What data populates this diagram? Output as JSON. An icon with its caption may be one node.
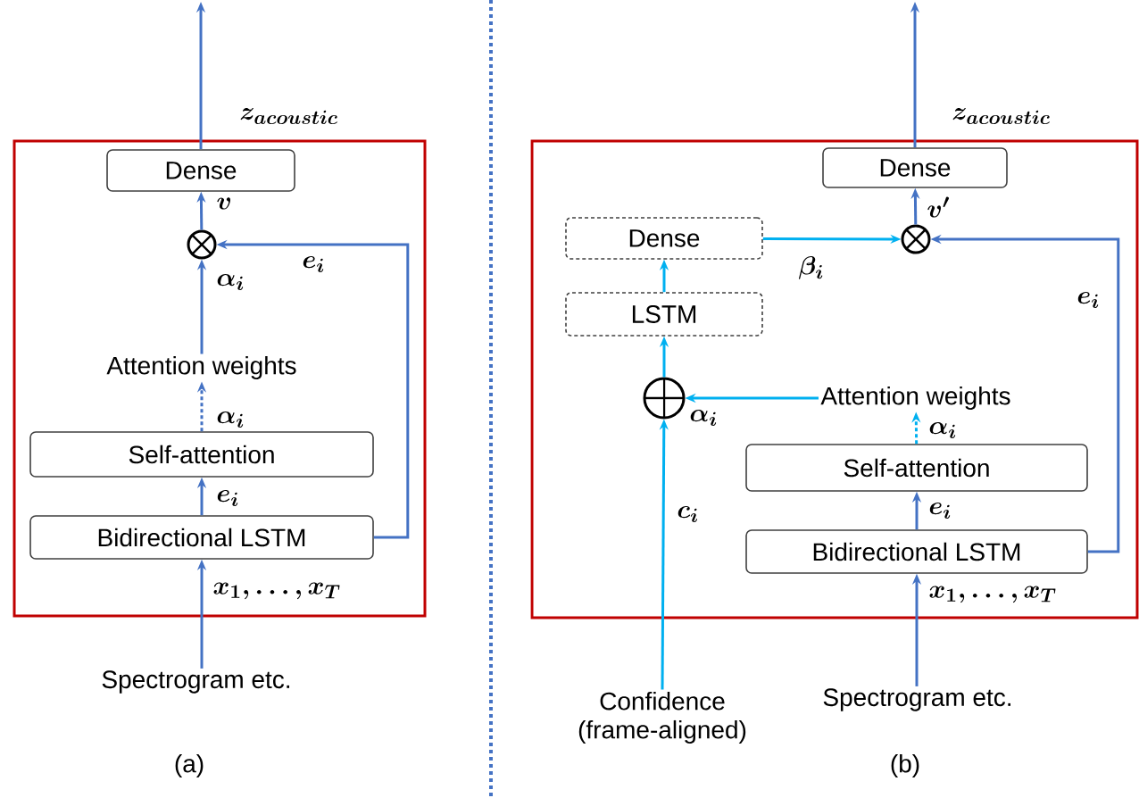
{
  "diagram": {
    "nodes": [
      {
        "text": [],
        "shape": "box"
      },
      {
        "text": [
          "Dense"
        ],
        "in": 0
      },
      {
        "text": [],
        "shape": "circle",
        "in": 0
      },
      {
        "text": [
          "Attention weights"
        ],
        "in": 0
      },
      {
        "text": [
          "Self-attention"
        ],
        "in": 0
      },
      {
        "text": [
          "Bidirectional LSTM"
        ],
        "in": 0
      },
      {
        "text": [
          "Spectrogram etc."
        ]
      },
      {
        "text": [],
        "shape": "box"
      },
      {
        "text": [
          "Dense"
        ],
        "in": 7
      },
      {
        "text": [
          "Dense"
        ],
        "in": 7
      },
      {
        "text": [],
        "shape": "circle",
        "in": 7
      },
      {
        "text": [
          "LSTM"
        ],
        "in": 7
      },
      {
        "text": [],
        "shape": "circle",
        "in": 7
      },
      {
        "text": [
          "Attention weights"
        ],
        "in": 7
      },
      {
        "text": [
          "Self-attention"
        ],
        "in": 7
      },
      {
        "text": [
          "Bidirectional LSTM"
        ],
        "in": 7
      },
      {
        "text": [
          "Confidence (frame-aligned)"
        ]
      },
      {
        "text": [
          "Spectrogram etc."
        ]
      }
    ],
    "edges": [
      {
        "from": 1,
        "to": null,
        "arrow": "to",
        "label": "\\boldsymbol{z_{acoustic}}"
      },
      {
        "from": 2,
        "to": 1,
        "arrow": "to",
        "label": "\\boldsymbol{v}"
      },
      {
        "from": 3,
        "to": 2,
        "arrow": "to",
        "label": "\\boldsymbol{\\alpha_{i}}"
      },
      {
        "from": 4,
        "to": 3,
        "arrow": "to",
        "style": "dashed",
        "label": "\\boldsymbol{\\alpha_{i}}"
      },
      {
        "from": 5,
        "to": 4,
        "arrow": "to",
        "label": "\\boldsymbol{e_{i}}"
      },
      {
        "from": 5,
        "to": 2,
        "arrow": "to",
        "label": "\\boldsymbol{e_{i}}"
      },
      {
        "from": 6,
        "to": 5,
        "arrow": "to",
        "label": "\\boldsymbol{x_{1},\\ldots,x_{T}}"
      },
      {
        "from": 8,
        "to": null,
        "arrow": "to",
        "label": "\\boldsymbol{z_{acoustic}}"
      },
      {
        "from": 10,
        "to": 8,
        "arrow": "to",
        "label": "\\boldsymbol{v'}"
      },
      {
        "from": 9,
        "to": 10,
        "arrow": "to",
        "color": "#00b0f0",
        "label": "\\boldsymbol{\\beta_{i}}"
      },
      {
        "from": 11,
        "to": 9,
        "arrow": "to",
        "color": "#00b0f0"
      },
      {
        "from": 12,
        "to": 11,
        "arrow": "to",
        "color": "#00b0f0"
      },
      {
        "from": 13,
        "to": 12,
        "arrow": "to",
        "color": "#00b0f0",
        "label": "\\boldsymbol{\\alpha_{i}}"
      },
      {
        "from": 14,
        "to": 13,
        "arrow": "to",
        "style": "dashed",
        "color": "#00b0f0",
        "label": "\\boldsymbol{\\alpha_{i}}"
      },
      {
        "from": 15,
        "to": 14,
        "arrow": "to",
        "label": "\\boldsymbol{e_{i}}"
      },
      {
        "from": 15,
        "to": 10,
        "arrow": "to",
        "label": "\\boldsymbol{e_{i}}"
      },
      {
        "from": 16,
        "to": 12,
        "arrow": "to",
        "color": "#00b0f0",
        "label": "\\boldsymbol{c_{i}}"
      },
      {
        "from": 17,
        "to": 15,
        "arrow": "to",
        "label": "\\boldsymbol{x_{1},\\ldots,x_{T}}"
      }
    ],
    "labels": [
      "(a)",
      "(b)"
    ]
  }
}
